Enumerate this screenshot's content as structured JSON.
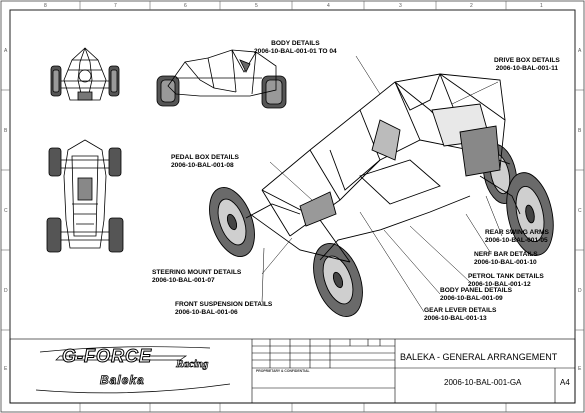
{
  "callouts": {
    "body_details": {
      "title": "BODY DETAILS",
      "ref": "2006-10-BAL-001-01 TO 04"
    },
    "drive_box": {
      "title": "DRIVE BOX DETAILS",
      "ref": "2006-10-BAL-001-11"
    },
    "pedal_box": {
      "title": "PEDAL BOX DETAILS",
      "ref": "2006-10-BAL-001-08"
    },
    "rear_swing_arms": {
      "title": "REAR SWING ARMS",
      "ref": "2006-10-BAL-001-05"
    },
    "nerf_bar": {
      "title": "NERF BAR DETAILS",
      "ref": "2006-10-BAL-001-10"
    },
    "petrol_tank": {
      "title": "PETROL TANK DETAILS",
      "ref": "2006-10-BAL-001-12"
    },
    "steering_mount": {
      "title": "STEERING MOUNT DETAILS",
      "ref": "2006-10-BAL-001-07"
    },
    "body_panel": {
      "title": "BODY PANEL DETAILS",
      "ref": "2006-10-BAL-001-09"
    },
    "front_suspension": {
      "title": "FRONT SUSPENSION DETAILS",
      "ref": "2006-10-BAL-001-06"
    },
    "gear_lever": {
      "title": "GEAR LEVER DETAILS",
      "ref": "2006-10-BAL-001-13"
    }
  },
  "title_block": {
    "logo_text": "G-FORCE",
    "logo_racing": "Racing",
    "logo_sub": "Baleka",
    "drawing_title": "BALEKA - GENERAL ARRANGEMENT",
    "drawing_number": "2006-10-BAL-001-GA",
    "sheet_size": "A4",
    "proprietary": "PROPRIETARY & CONFIDENTIAL"
  },
  "zones": {
    "top": [
      "8",
      "7",
      "6",
      "5",
      "4",
      "3",
      "2",
      "1"
    ],
    "side": [
      "A",
      "B",
      "C",
      "D",
      "E"
    ]
  }
}
